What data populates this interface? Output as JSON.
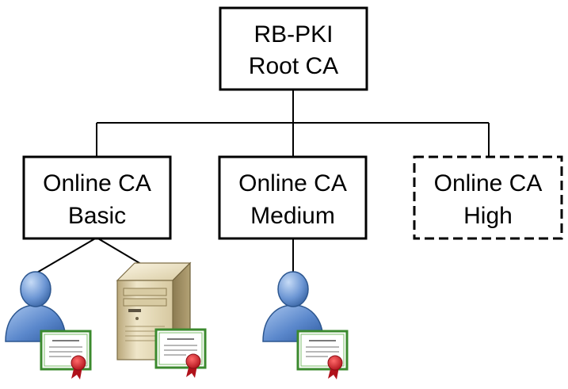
{
  "diagram": {
    "root": {
      "line1": "RB-PKI",
      "line2": "Root CA"
    },
    "children": [
      {
        "line1": "Online CA",
        "line2": "Basic",
        "style": "solid",
        "subjects": [
          "user-icon",
          "server-icon"
        ]
      },
      {
        "line1": "Online CA",
        "line2": "Medium",
        "style": "solid",
        "subjects": [
          "user-icon"
        ]
      },
      {
        "line1": "Online CA",
        "line2": "High",
        "style": "dashed",
        "subjects": []
      }
    ],
    "icons": {
      "user": "user-icon",
      "server": "server-icon",
      "certificate": "certificate-icon"
    },
    "colors": {
      "user_body": "#4f7fc6",
      "certificate_border": "#3b8a2e",
      "seal": "#d4212b",
      "server_body": "#e3d7b3"
    }
  }
}
